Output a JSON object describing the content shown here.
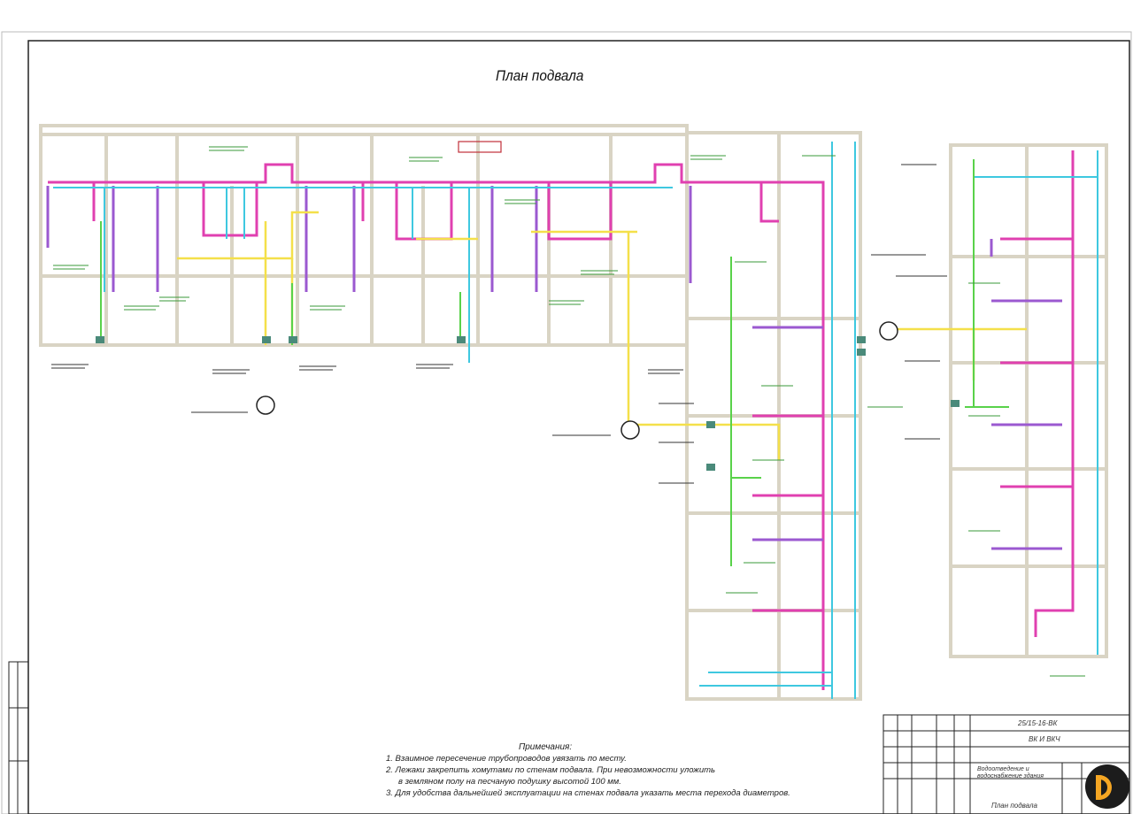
{
  "drawing": {
    "title": "План подвала",
    "notes_header": "Примечания:",
    "notes": [
      "1. Взаимное пересечение трубопроводов увязать по месту.",
      "2. Лежаки закрепить хомутами по стенам подвала. При невозможности уложить",
      "в земляном полу на песчаную подушку высотой 100 мм.",
      "3. Для удобства дальнейшей эксплуатации на стенах подвала указать места перехода диаметров."
    ],
    "stamp": {
      "code": "25/15-16-ВК",
      "sheet_label": "ВК И ВКЧ",
      "object_text": "Водоотведение и водоснабжение здания",
      "sheet_name": "План подвала"
    }
  },
  "colors": {
    "hot_water": "#e040b0",
    "circulation": "#9b59d0",
    "cold_water": "#3ec8e0",
    "sewer": "#f4e04a",
    "drain": "#59d24a",
    "walls": "#d9d4c4",
    "frame": "#222222",
    "label": "#3a9a3a"
  },
  "icons": {
    "logo": "company-logo-icon"
  }
}
